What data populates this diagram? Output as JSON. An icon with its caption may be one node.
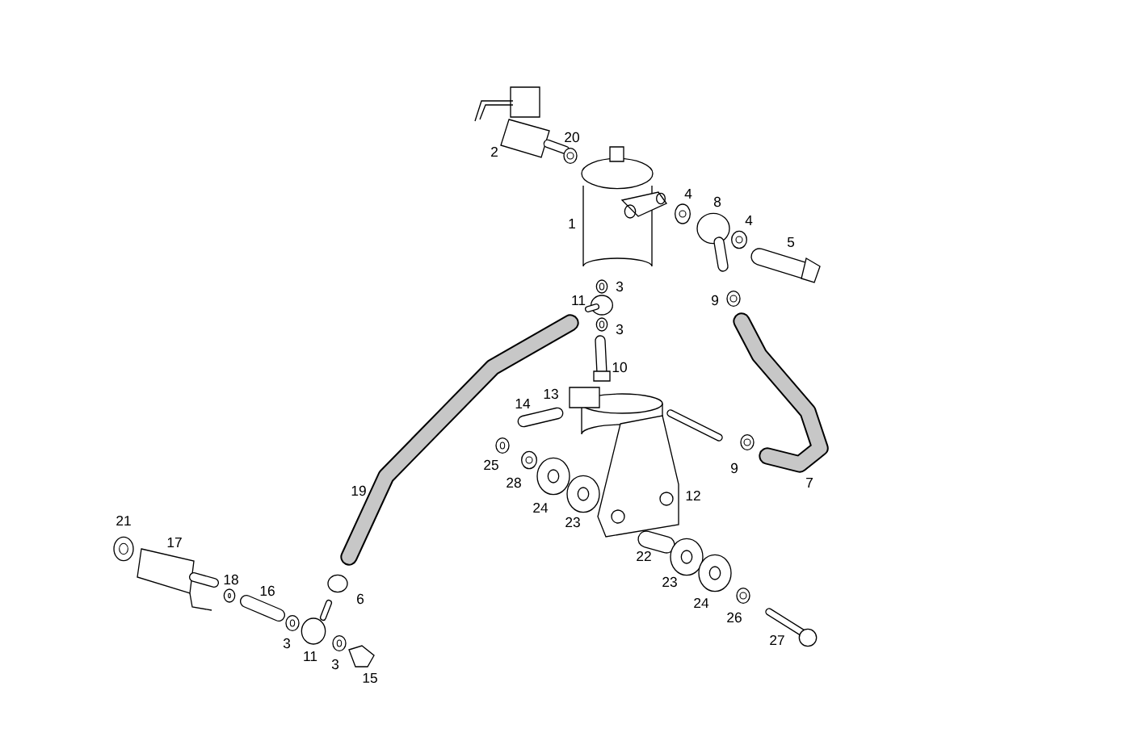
{
  "diagram": {
    "labels": [
      "20",
      "2",
      "4",
      "8",
      "1",
      "4",
      "5",
      "3",
      "11",
      "9",
      "3",
      "10",
      "13",
      "14",
      "25",
      "9",
      "28",
      "7",
      "19",
      "12",
      "24",
      "21",
      "23",
      "17",
      "22",
      "18",
      "23",
      "16",
      "6",
      "24",
      "26",
      "3",
      "27",
      "11",
      "3",
      "15"
    ]
  }
}
